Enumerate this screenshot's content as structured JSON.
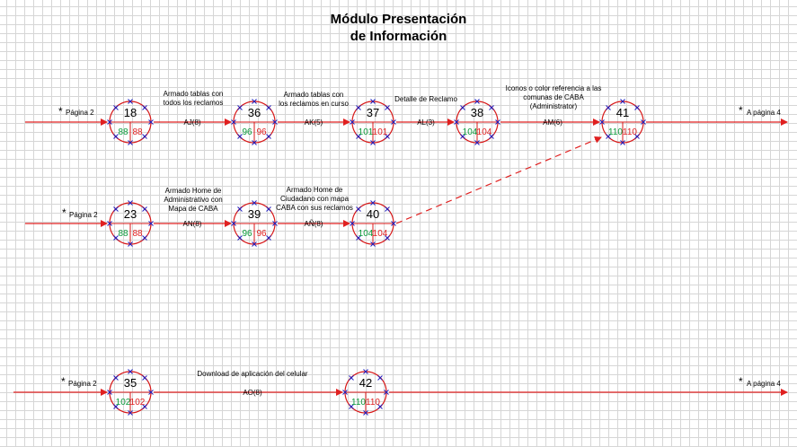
{
  "title": {
    "line1": "Módulo Presentación",
    "line2": "de Información"
  },
  "colors": {
    "arrow": "#e02020",
    "node": "#d81818",
    "early": "#0a9a3a",
    "late": "#e02020",
    "marks": "#2020c0"
  },
  "nodes": [
    {
      "id": "18",
      "early": "88",
      "late": "88"
    },
    {
      "id": "36",
      "early": "96",
      "late": "96"
    },
    {
      "id": "37",
      "early": "101",
      "late": "101"
    },
    {
      "id": "38",
      "early": "104",
      "late": "104"
    },
    {
      "id": "41",
      "early": "110",
      "late": "110"
    },
    {
      "id": "23",
      "early": "88",
      "late": "88"
    },
    {
      "id": "39",
      "early": "96",
      "late": "96"
    },
    {
      "id": "40",
      "early": "104",
      "late": "104"
    },
    {
      "id": "35",
      "early": "102",
      "late": "102"
    },
    {
      "id": "42",
      "early": "110",
      "late": "110"
    }
  ],
  "activities": [
    {
      "code": "AJ(8)",
      "description": [
        "Armado tablas con",
        "todos los reclamos"
      ]
    },
    {
      "code": "AK(5)",
      "description": [
        "Armado tablas con",
        "los reclamos en curso"
      ]
    },
    {
      "code": "AL(3)",
      "description": [
        "Detalle de Reclamo"
      ]
    },
    {
      "code": "AM(6)",
      "description": [
        "Iconos o color referencia a las",
        "comunas de CABA",
        "(Administrator)"
      ]
    },
    {
      "code": "AN(8)",
      "description": [
        "Armado Home de",
        "Administrativo con",
        "Mapa de CABA"
      ]
    },
    {
      "code": "AÑ(8)",
      "description": [
        "Armado Home de",
        "Ciudadano con mapa",
        "CABA con sus reclamos"
      ]
    },
    {
      "code": "AO(8)",
      "description": [
        "Download de aplicación del celular"
      ]
    }
  ],
  "connectors": {
    "from_page2": "Página 2",
    "to_page4": "A página 4",
    "star": "*"
  }
}
